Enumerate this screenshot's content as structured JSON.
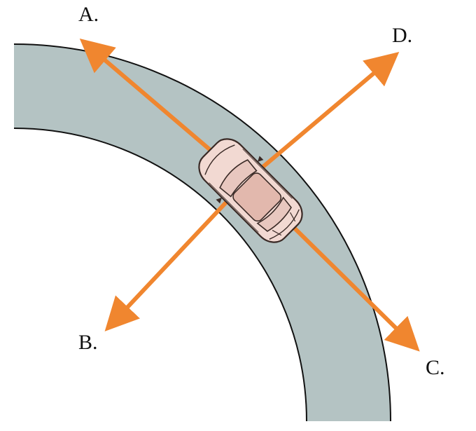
{
  "labels": {
    "a": "A.",
    "b": "B.",
    "c": "C.",
    "d": "D."
  },
  "colors": {
    "road": "#b4c3c3",
    "road_edge": "#111111",
    "arrow": "#f0862f",
    "car_body": "#f2d9d2",
    "car_roof": "#e2b8ad",
    "car_outline": "#3a2a26"
  },
  "icons": {
    "car": "car-icon"
  }
}
